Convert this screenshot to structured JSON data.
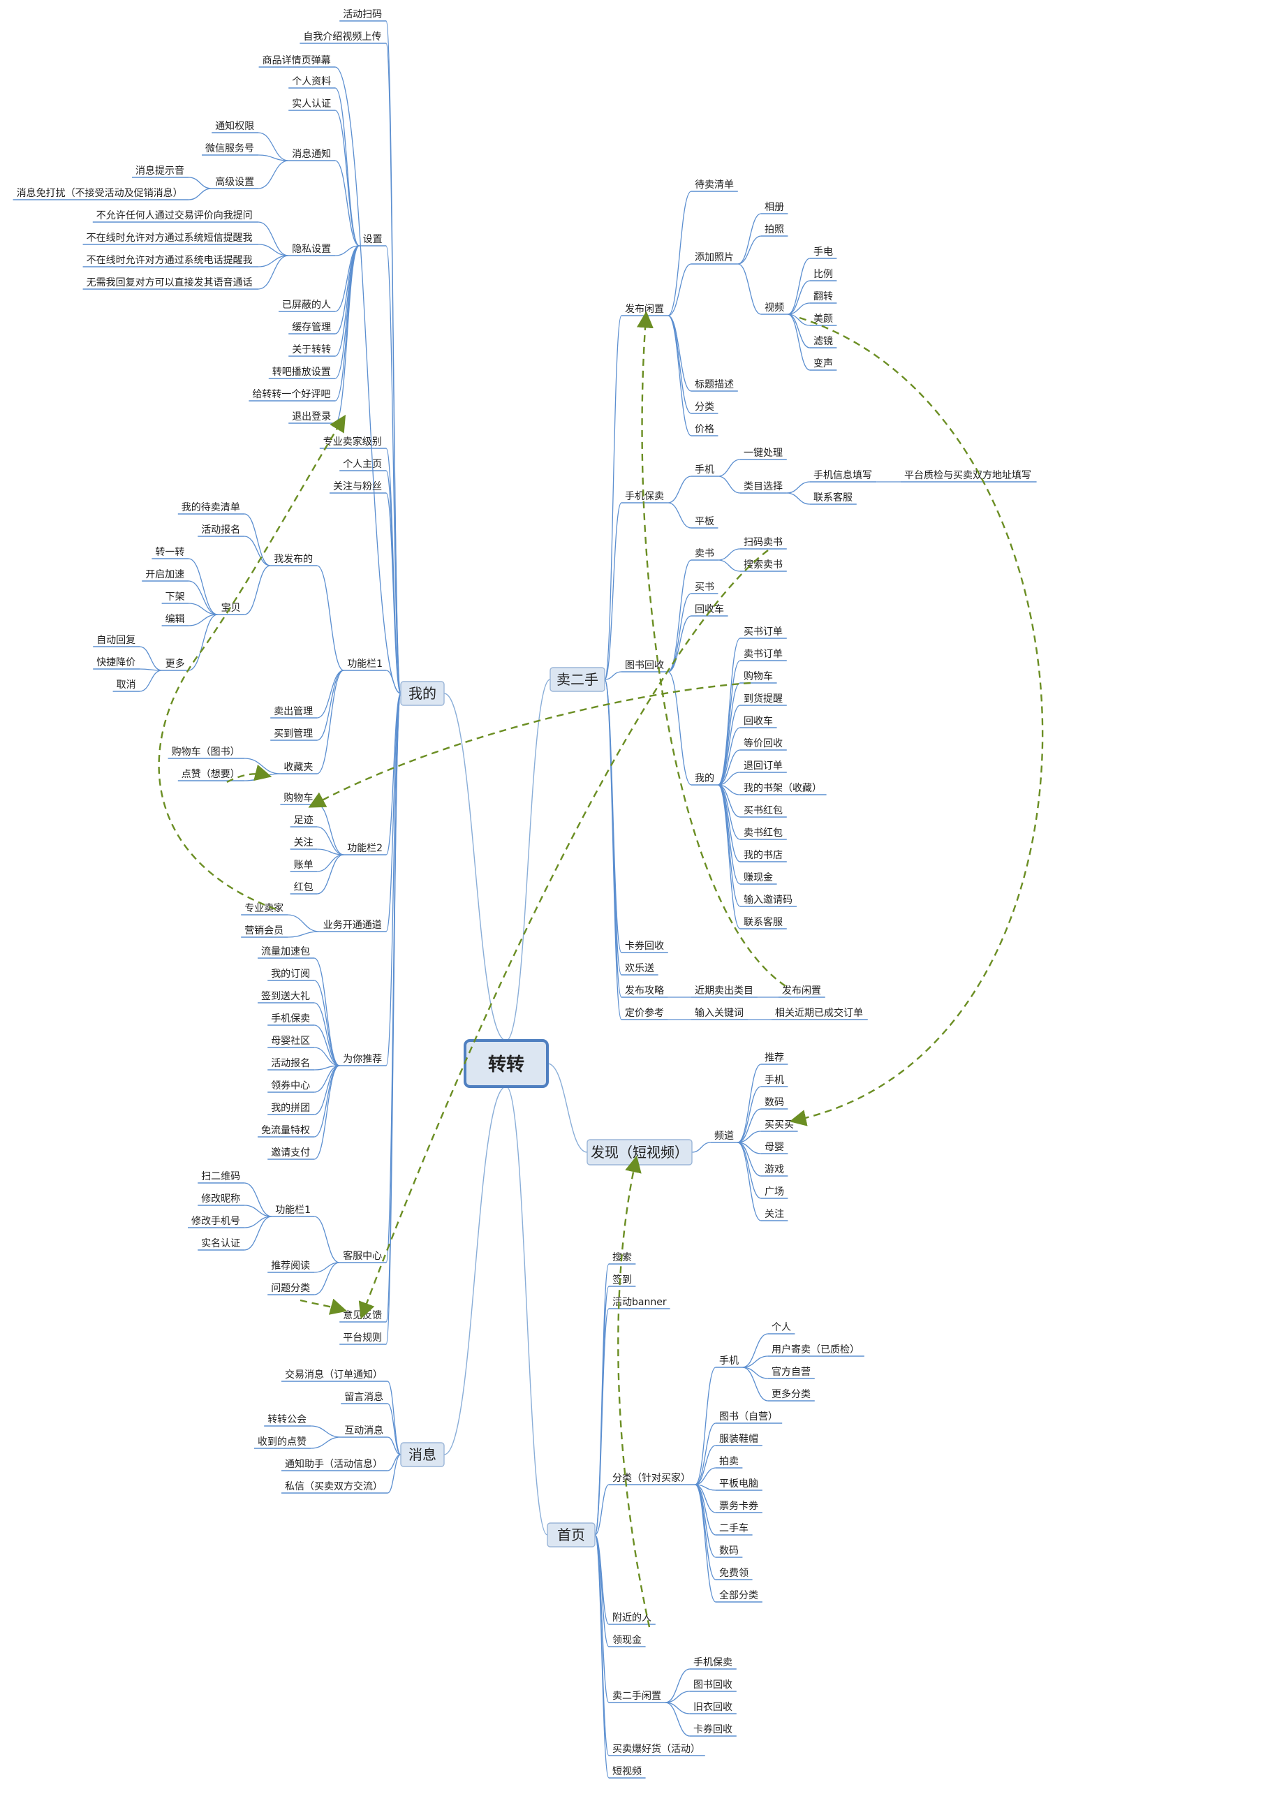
{
  "diagram": {
    "root": "转转",
    "branches": {
      "wode": {
        "title": "我的",
        "children": [
          "活动扫码",
          "自我介绍视频上传",
          "商品详情页弹幕",
          "设置",
          "专业卖家级别",
          "个人主页",
          "关注与粉丝",
          "我发布的",
          "功能栏1",
          "卖出管理",
          "买到管理",
          "收藏夹",
          "功能栏2",
          "业务开通通道",
          "为你推荐",
          "客服中心",
          "意见反馈",
          "平台规则"
        ],
        "settings": {
          "title": "设置",
          "children": [
            "个人资料",
            "实人认证",
            "消息通知",
            "隐私设置",
            "已屏蔽的人",
            "缓存管理",
            "关于转转",
            "转吧播放设置",
            "给转转一个好评吧",
            "退出登录"
          ],
          "message_notify": [
            "通知权限",
            "微信服务号",
            "高级设置"
          ],
          "advanced": [
            "消息提示音",
            "消息免打扰（不接受活动及促销消息）"
          ],
          "privacy": [
            "不允许任何人通过交易评价向我提问",
            "不在线时允许对方通过系统短信提醒我",
            "不在线时允许对方通过系统电话提醒我",
            "无需我回复对方可以直接发其语音通话"
          ]
        },
        "my_posts": {
          "title": "我发布的",
          "children": [
            "我的待卖清单",
            "活动报名",
            "宝贝"
          ],
          "baby": [
            "转一转",
            "开启加速",
            "下架",
            "编辑",
            "更多"
          ],
          "more": [
            "自动回复",
            "快捷降价",
            "取消"
          ]
        },
        "favorites": {
          "title": "收藏夹",
          "children": [
            "购物车（图书）",
            "点赞（想要）"
          ]
        },
        "toolbar2": {
          "title": "功能栏2",
          "children": [
            "购物车",
            "足迹",
            "关注",
            "账单",
            "红包"
          ]
        },
        "business": {
          "title": "业务开通通道",
          "children": [
            "专业卖家",
            "营销会员"
          ]
        },
        "recommend": {
          "title": "为你推荐",
          "children": [
            "流量加速包",
            "我的订阅",
            "签到送大礼",
            "手机保卖",
            "母婴社区",
            "活动报名",
            "领券中心",
            "我的拼团",
            "免流量特权",
            "邀请支付"
          ]
        },
        "service": {
          "title": "客服中心",
          "children": [
            "功能栏1",
            "推荐阅读",
            "问题分类"
          ],
          "toolbar1": [
            "扫二维码",
            "修改昵称",
            "修改手机号",
            "实名认证"
          ]
        }
      },
      "xiaoxi": {
        "title": "消息",
        "children": [
          "交易消息（订单通知）",
          "留言消息",
          "互动消息",
          "通知助手（活动信息）",
          "私信（买卖双方交流）"
        ],
        "interact": [
          "转转公会",
          "收到的点赞"
        ]
      },
      "maiershou": {
        "title": "卖二手",
        "children": [
          "发布闲置",
          "手机保卖",
          "图书回收",
          "卡券回收",
          "欢乐送",
          "发布攻略",
          "定价参考"
        ],
        "publish": {
          "title": "发布闲置",
          "children": [
            "待卖清单",
            "添加照片",
            "标题描述",
            "分类",
            "价格"
          ],
          "photo": [
            "相册",
            "拍照",
            "视频"
          ],
          "video": [
            "手电",
            "比例",
            "翻转",
            "美颜",
            "滤镜",
            "变声"
          ]
        },
        "phone": {
          "title": "手机保卖",
          "children": [
            "手机",
            "平板"
          ],
          "phone": [
            "一键处理",
            "类目选择"
          ],
          "category": [
            "手机信息填写",
            "联系客服"
          ],
          "info": [
            "平台质检与买卖双方地址填写"
          ]
        },
        "books": {
          "title": "图书回收",
          "children": [
            "卖书",
            "买书",
            "回收车",
            "我的"
          ],
          "sell": [
            "扫码卖书",
            "搜索卖书"
          ],
          "mine": [
            "买书订单",
            "卖书订单",
            "购物车",
            "到货提醒",
            "回收车",
            "等价回收",
            "退回订单",
            "我的书架（收藏）",
            "买书红包",
            "卖书红包",
            "我的书店",
            "赚现金",
            "输入邀请码",
            "联系客服"
          ]
        },
        "guide": {
          "title": "发布攻略",
          "children": [
            "近期卖出类目"
          ],
          "sub": [
            "发布闲置"
          ]
        },
        "price": {
          "title": "定价参考",
          "children": [
            "输入关键词"
          ],
          "sub": [
            "相关近期已成交订单"
          ]
        }
      },
      "faxian": {
        "title": "发现（短视频）",
        "children": [
          "频道"
        ],
        "channel": [
          "推荐",
          "手机",
          "数码",
          "买买买",
          "母婴",
          "游戏",
          "广场",
          "关注"
        ]
      },
      "shouye": {
        "title": "首页",
        "children": [
          "搜索",
          "签到",
          "活动banner",
          "分类（针对买家）",
          "附近的人",
          "领现金",
          "卖二手闲置",
          "买卖爆好货（活动）",
          "短视频"
        ],
        "category": {
          "title": "分类（针对买家）",
          "children": [
            "手机",
            "图书（自营）",
            "服装鞋帽",
            "拍卖",
            "平板电脑",
            "票务卡券",
            "二手车",
            "数码",
            "免费领",
            "全部分类"
          ],
          "phone": [
            "个人",
            "用户寄卖（已质检）",
            "官方自营",
            "更多分类"
          ]
        },
        "sell": {
          "title": "卖二手闲置",
          "children": [
            "手机保卖",
            "图书回收",
            "旧衣回收",
            "卡券回收"
          ]
        }
      }
    }
  },
  "colors": {
    "node_line": "#5c8fd0",
    "node_fill": "#dce6f2",
    "relation": "#6b8e23",
    "text": "#222222"
  }
}
